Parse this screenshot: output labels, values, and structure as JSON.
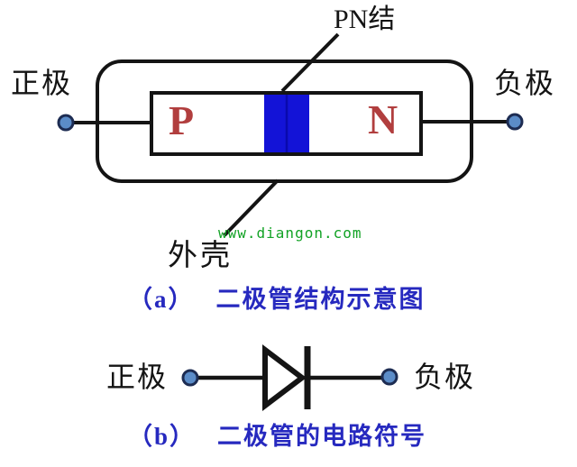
{
  "structure_diagram": {
    "pn_junction_label": "PN结",
    "anode_label": "正极",
    "cathode_label": "负极",
    "p_region_label": "P",
    "n_region_label": "N",
    "shell_label": "外壳",
    "caption_index": "（a）",
    "caption_text": "二极管结构示意图"
  },
  "circuit_symbol_diagram": {
    "anode_label": "正极",
    "cathode_label": "负极",
    "caption_index": "（b）",
    "caption_text": "二极管的电路符号"
  },
  "watermark": {
    "text": "www.diangon.com"
  },
  "colors": {
    "line": "#141414",
    "junction_fill": "#1313d7",
    "junction_divider": "#0909ad",
    "terminal_dot_fill": "#5b8cc8",
    "terminal_dot_stroke": "#1d2c52",
    "region_letter": "#b13e3e",
    "caption_text": "#2629bf",
    "watermark_text": "#12a225"
  }
}
